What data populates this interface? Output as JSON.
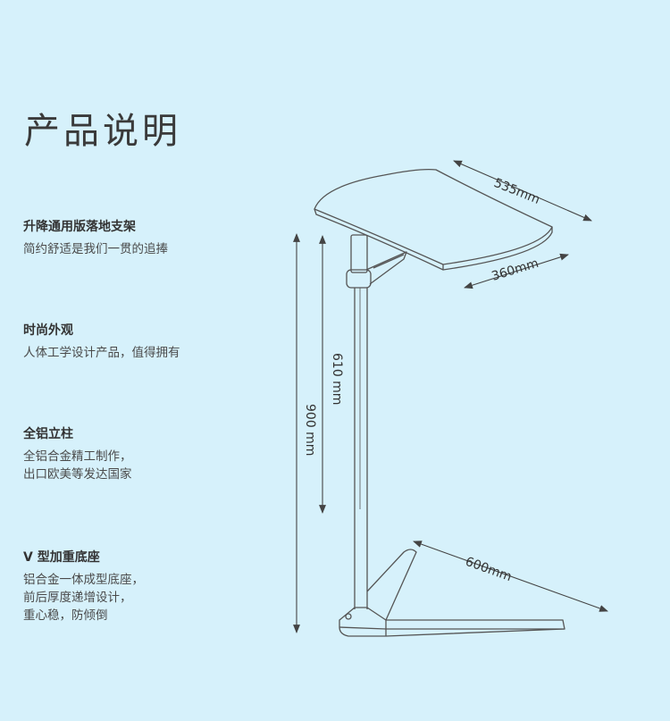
{
  "title": "产品说明",
  "features": [
    {
      "heading": "升降通用版落地支架",
      "lines": [
        "简约舒适是我们一贯的追捧"
      ]
    },
    {
      "heading": "时尚外观",
      "lines": [
        "人体工学设计产品，值得拥有"
      ]
    },
    {
      "heading": "全铝立柱",
      "lines": [
        "全铝合金精工制作，",
        "出口欧美等发达国家"
      ]
    },
    {
      "heading": "V 型加重底座",
      "lines": [
        "铝合金一体成型底座，",
        "前后厚度递增设计，",
        "重心稳，防倾倒"
      ]
    }
  ],
  "dimensions": {
    "top_width": "535mm",
    "top_depth": "360mm",
    "column_height": "610 mm",
    "total_height": "900 mm",
    "base_length": "600mm"
  },
  "colors": {
    "background": "#d6f1fb",
    "line": "#555555"
  }
}
